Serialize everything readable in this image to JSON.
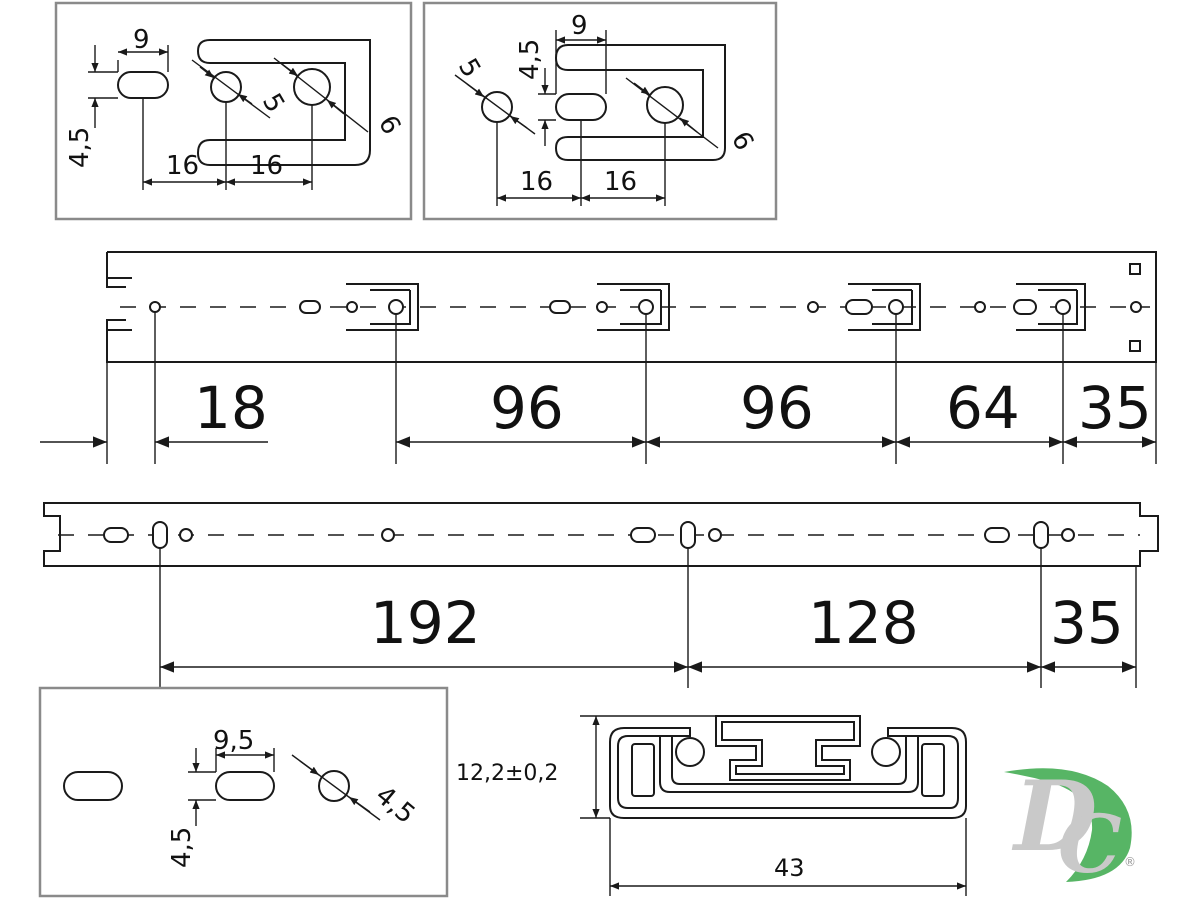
{
  "detail_1": {
    "d9": "9",
    "d45": "4,5",
    "d5": "5",
    "d6": "6",
    "d16a": "16",
    "d16b": "16"
  },
  "detail_2": {
    "d9": "9",
    "d45": "4,5",
    "d5": "5",
    "d6": "6",
    "d16a": "16",
    "d16b": "16"
  },
  "rail_top": {
    "d18": "18",
    "d96a": "96",
    "d96b": "96",
    "d64": "64",
    "d35": "35"
  },
  "rail_bottom": {
    "d192": "192",
    "d128": "128",
    "d35": "35"
  },
  "detail_3": {
    "d95": "9,5",
    "d45": "4,5",
    "d45b": "4,5"
  },
  "profile": {
    "height": "12,2±0,2",
    "width": "43"
  },
  "logo": {
    "text": "DC",
    "mark": "®"
  },
  "colors": {
    "ink": "#1a1a1a",
    "frame": "#8a8a8a",
    "logo_gray": "#c9c9c9",
    "logo_green": "#3aa84a"
  }
}
